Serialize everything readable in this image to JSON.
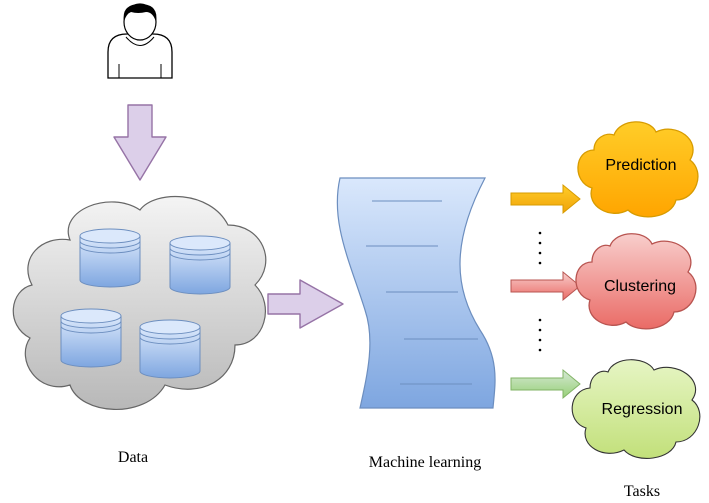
{
  "labels": {
    "data": "Data",
    "machine_learning": "Machine learning",
    "tasks": "Tasks"
  },
  "tasks": [
    {
      "label": "Prediction",
      "color": "#ffb31a",
      "stroke": "#e08a00"
    },
    {
      "label": "Clustering",
      "color": "#ef7e7e",
      "stroke": "#c94a4a"
    },
    {
      "label": "Regression",
      "color": "#ccee88",
      "stroke": "#5f8a1e"
    }
  ],
  "colors": {
    "arrow_lilac": "#dccfe9",
    "arrow_lilac_stroke": "#9673a6",
    "cloud_gray": "#cfcfcf",
    "database_blue": "#7ea6e0",
    "document_blue": "#a9c4eb"
  },
  "icons": {
    "user": "user-icon",
    "database": "database-icon"
  }
}
